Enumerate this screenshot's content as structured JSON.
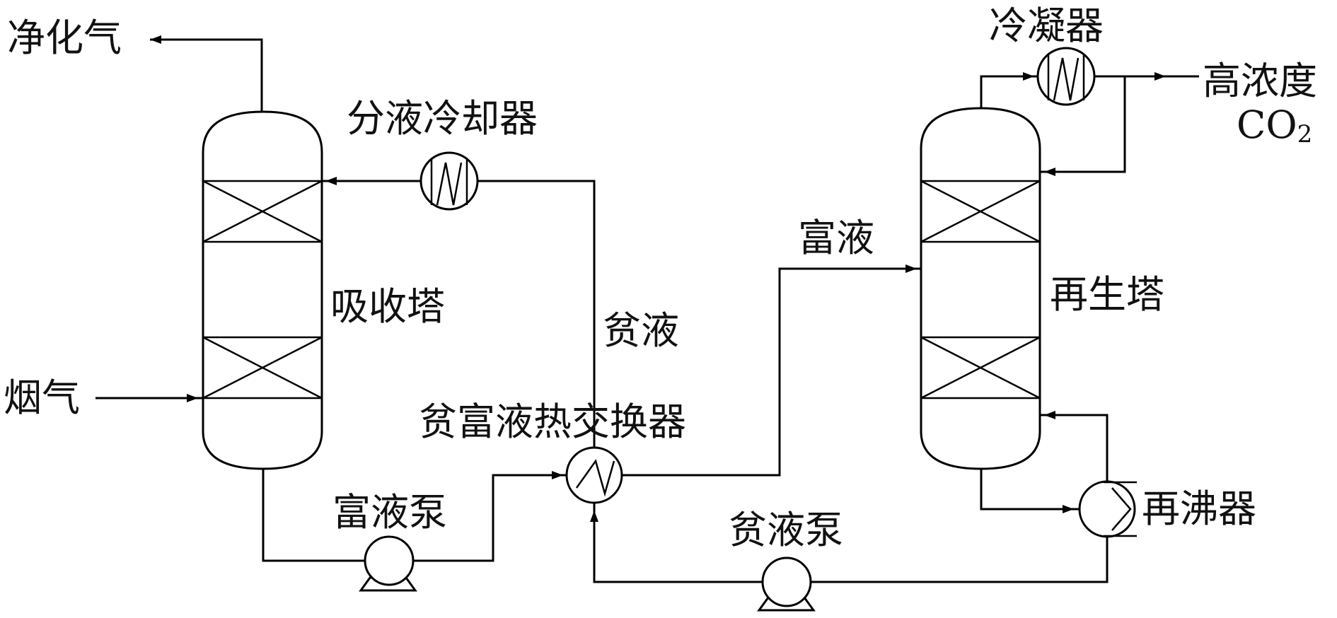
{
  "labels": {
    "purified_gas": "净化气",
    "flue_gas": "烟气",
    "absorber": "吸收塔",
    "lean_cooler": "分液冷却器",
    "lean_liquid": "贫液",
    "rich_liquid": "富液",
    "lean_rich_hx": "贫富液热交换器",
    "rich_pump": "富液泵",
    "lean_pump": "贫液泵",
    "regenerator": "再生塔",
    "condenser": "冷凝器",
    "reboiler": "再沸器",
    "high_conc": "高浓度",
    "co2_main": "CO",
    "co2_sub": "2"
  }
}
